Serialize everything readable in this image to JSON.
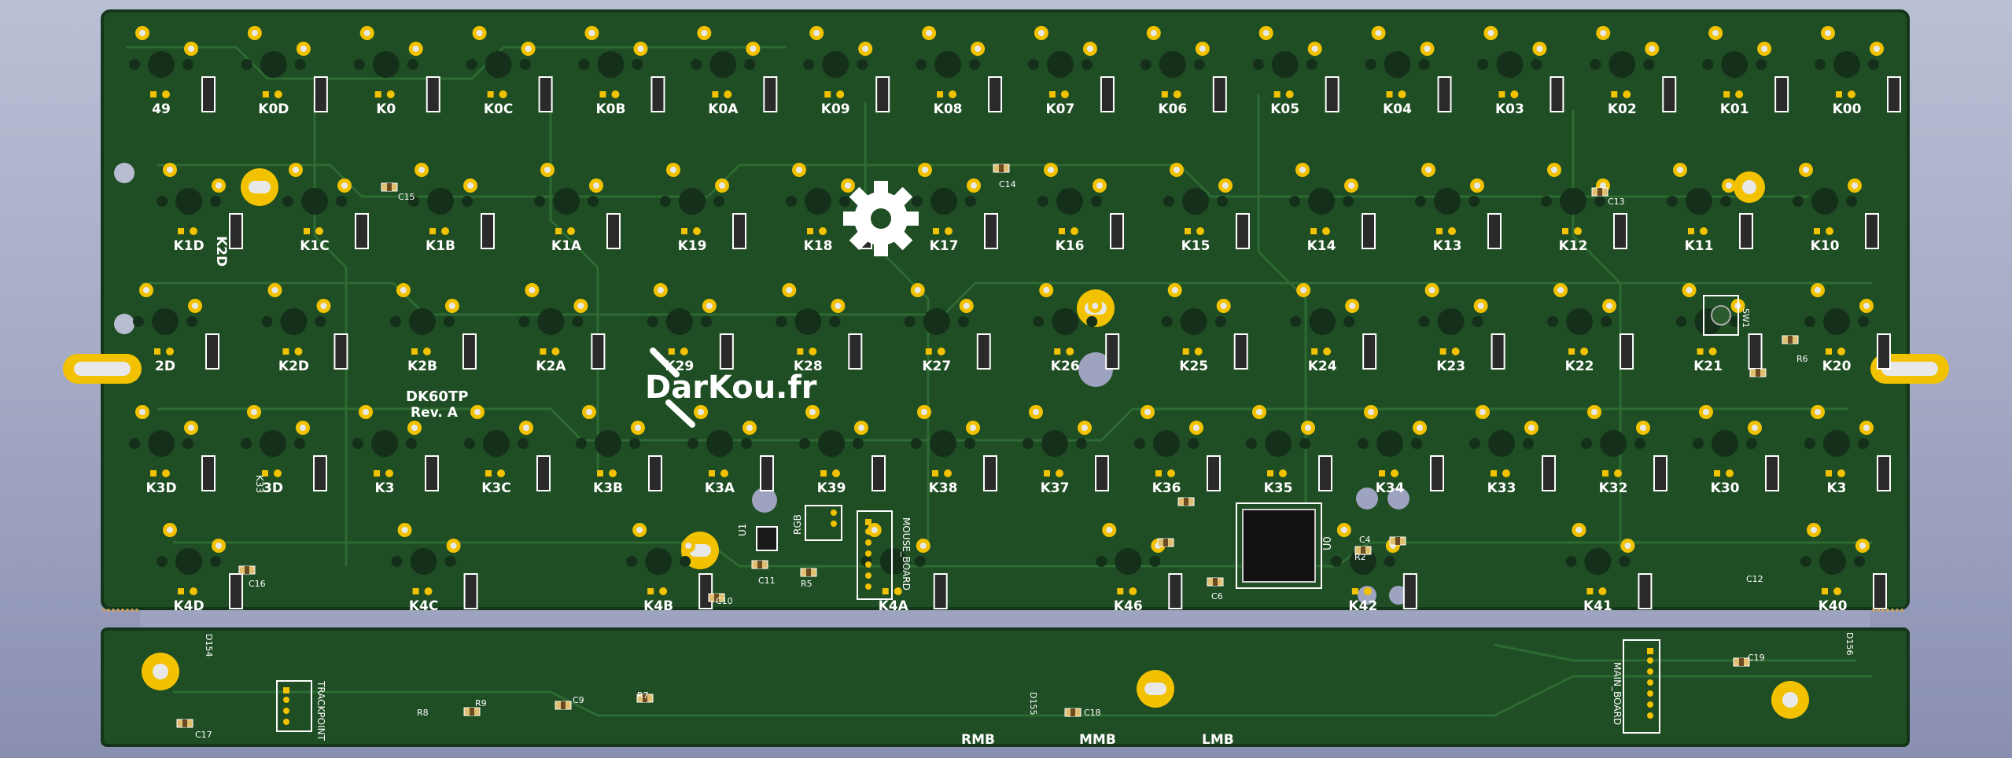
{
  "board": {
    "name": "DK60TP",
    "revision": "Rev. A",
    "logo_text": "DarKou.fr"
  },
  "colors": {
    "background_top": "#b9bfd4",
    "background_bottom": "#8a8fb2",
    "pcb_green": "#1f4d24",
    "pcb_edge": "#14351a",
    "trace_green": "#2e6b32",
    "pad_gold": "#f2c200",
    "hole_dark": "#15301a",
    "silkscreen": "#ffffff"
  },
  "key_rows": [
    [
      "49",
      "K0D",
      "K0",
      "K0C",
      "K0B",
      "K0A",
      "K09",
      "K08",
      "K07",
      "K06",
      "K05",
      "K04",
      "K03",
      "K02",
      "K01",
      "K00"
    ],
    [
      "K1D",
      "K1C",
      "K1B",
      "K1A",
      "K19",
      "K18",
      "K17",
      "K16",
      "K15",
      "K14",
      "K13",
      "K12",
      "K11",
      "K10"
    ],
    [
      "2D",
      "K2D",
      "K2B",
      "K2A",
      "K29",
      "K28",
      "K27",
      "K26",
      "K25",
      "K24",
      "K23",
      "K22",
      "K21",
      "K20"
    ],
    [
      "K3D",
      "3D",
      "K3",
      "K3C",
      "K3B",
      "K3A",
      "K39",
      "K38",
      "K37",
      "K36",
      "K35",
      "K34",
      "K33",
      "K32",
      "K30",
      "K3"
    ],
    [
      "K4D",
      "K4C",
      "K4B",
      "K4A",
      "K46",
      "K42",
      "K41",
      "K40"
    ]
  ],
  "components": {
    "capacitors": [
      "C15",
      "C14",
      "C13",
      "C16",
      "C11",
      "C10",
      "C6",
      "C4",
      "C12",
      "C17",
      "C9",
      "C18",
      "C19"
    ],
    "resistors": [
      "R6",
      "R2",
      "R5",
      "R8",
      "R9",
      "R7"
    ],
    "ic": "U0",
    "regulator": "U1",
    "switch": "SW1",
    "diodes": [
      "D154",
      "D155",
      "D156"
    ]
  },
  "connectors": {
    "rgb": "RGB",
    "mouse_board": "MOUSE_BOARD",
    "trackpoint": "TRACKPOINT",
    "main_board": "MAIN_BOARD"
  },
  "mouse_buttons": [
    "RMB",
    "MMB",
    "LMB"
  ],
  "misc_labels": {
    "k2d_vertical": "K2D",
    "k3_vertical": "K33"
  }
}
